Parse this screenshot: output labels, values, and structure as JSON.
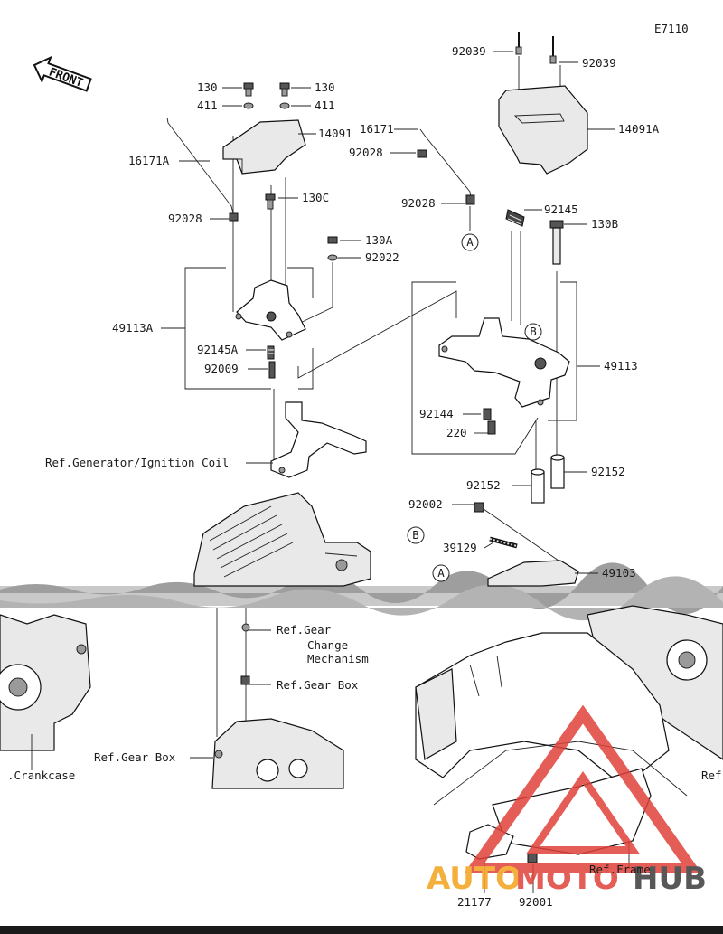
{
  "diagram_code": "E7110",
  "front_label": "FRONT",
  "callouts": {
    "c_92039_a": "92039",
    "c_92039_b": "92039",
    "c_14091a": "14091A",
    "c_130_a": "130",
    "c_130_b": "130",
    "c_411_a": "411",
    "c_411_b": "411",
    "c_14091": "14091",
    "c_16171": "16171",
    "c_16171a": "16171A",
    "c_92028_a": "92028",
    "c_92028_b": "92028",
    "c_92028_c": "92028",
    "c_130c": "130C",
    "c_92145": "92145",
    "c_130b": "130B",
    "c_130a": "130A",
    "c_92022": "92022",
    "c_49113a": "49113A",
    "c_92145a": "92145A",
    "c_92009": "92009",
    "c_49113": "49113",
    "c_92144": "92144",
    "c_220": "220",
    "c_ref_gen": "Ref.Generator/Ignition Coil",
    "c_92152_a": "92152",
    "c_92152_b": "92152",
    "c_92002": "92002",
    "c_39129": "39129",
    "c_49103": "49103",
    "c_ref_gear": "Ref.Gear",
    "c_change": "Change",
    "c_mechanism": "Mechanism",
    "c_ref_gearbox_a": "Ref.Gear Box",
    "c_ref_gearbox_b": "Ref.Gear Box",
    "c_crankcase": ".Crankcase",
    "c_ref_right": "Ref",
    "c_ref_frame": "Ref.Frame",
    "c_21177": "21177",
    "c_92001": "92001"
  },
  "markers": {
    "a": "A",
    "b": "B"
  },
  "watermark": {
    "auto": "AUTO",
    "moto": "MOTO",
    "hub": "HUB",
    "orange": "#f3a21c",
    "red": "#e0413a",
    "gray": "#3c3c3c"
  }
}
